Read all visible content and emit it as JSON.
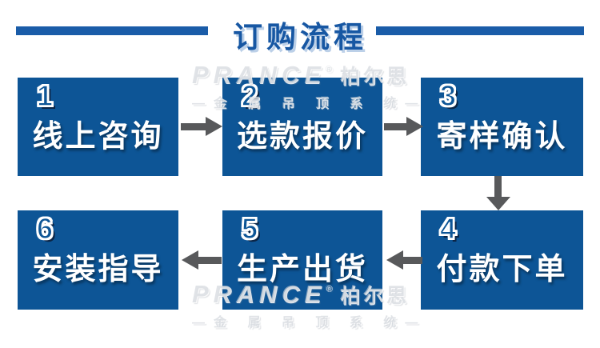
{
  "title": {
    "text": "订购流程"
  },
  "steps": [
    {
      "number": "1",
      "label": "线上咨询"
    },
    {
      "number": "2",
      "label": "选款报价"
    },
    {
      "number": "3",
      "label": "寄样确认"
    },
    {
      "number": "4",
      "label": "付款下单"
    },
    {
      "number": "5",
      "label": "生产出货"
    },
    {
      "number": "6",
      "label": "安装指导"
    }
  ],
  "watermark": {
    "brand": "PRANCE",
    "reg": "®",
    "brand_cn": "柏尔思",
    "tagline": "—金 属 吊 顶 系 统—"
  },
  "colors": {
    "box_blue": "#0d5596",
    "title_blue": "#1757a3",
    "title_bar_blue": "#1a5ca8",
    "arrow_gray": "#58595b",
    "step_text": "#ffffff"
  }
}
